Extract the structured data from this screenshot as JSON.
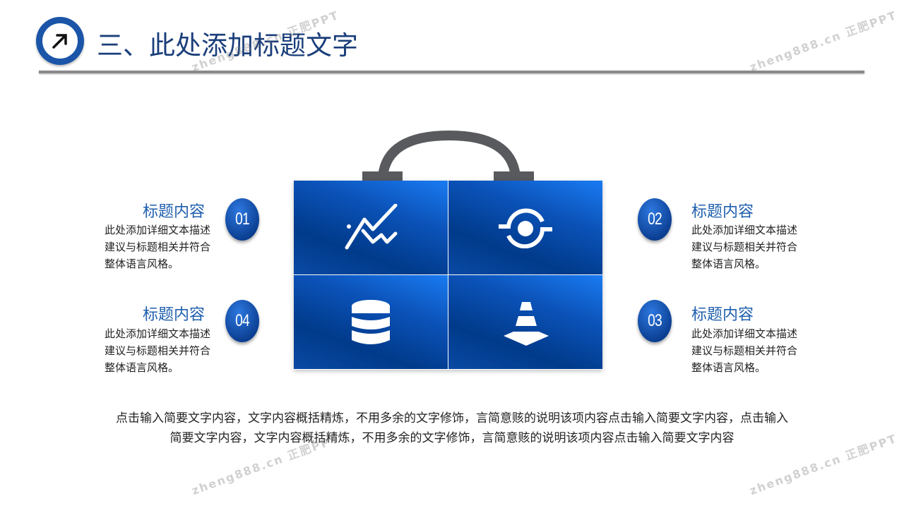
{
  "header": {
    "title": "三、此处添加标题文字",
    "icon": "arrow-up-right-icon"
  },
  "items": [
    {
      "number": "01",
      "title": "标题内容",
      "body": "此处添加详细文本描述建议与标题相关并符合整体语言风格。"
    },
    {
      "number": "02",
      "title": "标题内容",
      "body": "此处添加详细文本描述建议与标题相关并符合整体语言风格。"
    },
    {
      "number": "03",
      "title": "标题内容",
      "body": "此处添加详细文本描述建议与标题相关并符合整体语言风格。"
    },
    {
      "number": "04",
      "title": "标题内容",
      "body": "此处添加详细文本描述建议与标题相关并符合整体语言风格。"
    }
  ],
  "bag_icons": [
    "line-chart-icon",
    "sync-eye-icon",
    "database-icon",
    "traffic-cone-icon"
  ],
  "paragraph": "点击输入简要文字内容，文字内容概括精炼，不用多余的文字修饰，言简意赅的说明该项内容点击输入简要文字内容，点击输入简要文字内容，文字内容概括精炼，不用多余的文字修饰，言简意赅的说明该项内容点击输入简要文字内容",
  "watermark": "zheng888.cn 正肥PPT",
  "colors": {
    "accent": "#1a55a8",
    "title": "#1a3e7a",
    "item_title": "#1f5fae"
  }
}
